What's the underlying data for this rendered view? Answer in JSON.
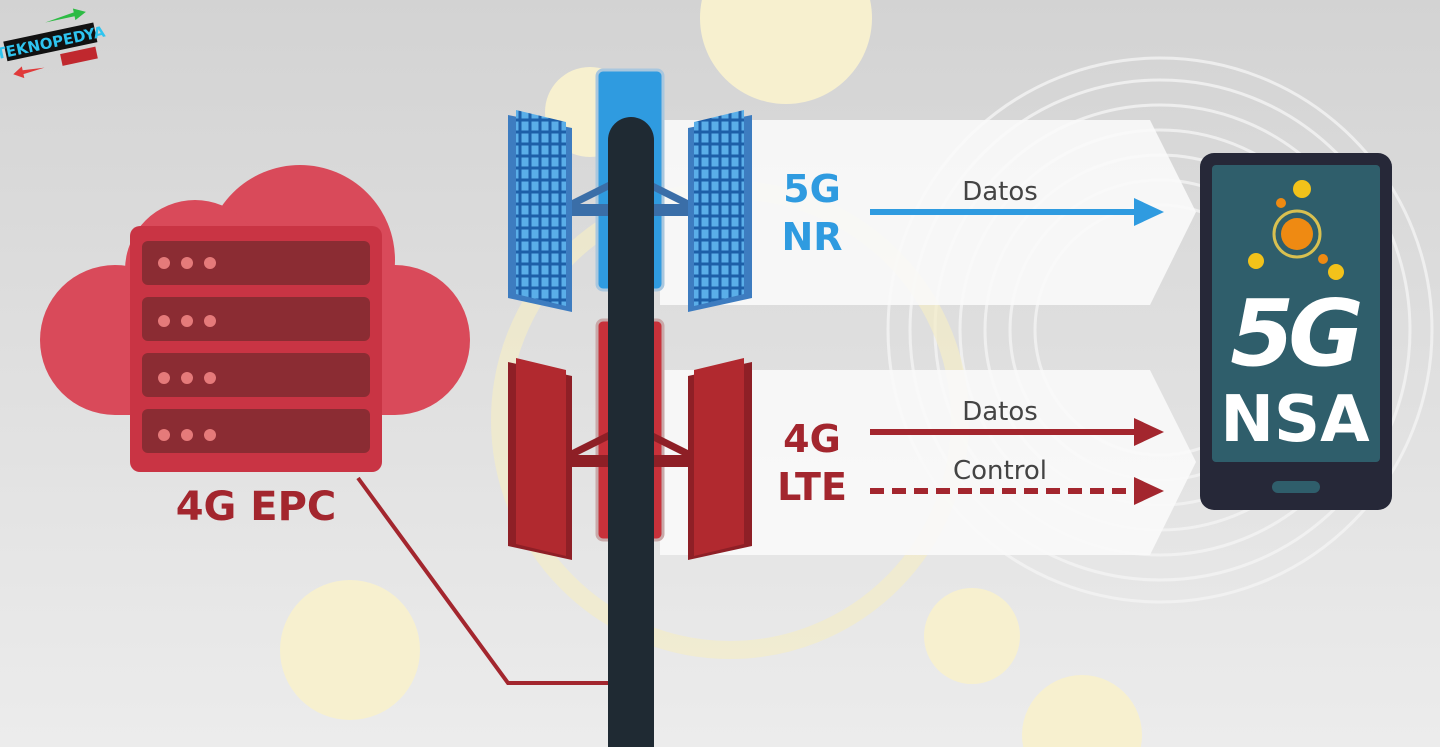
{
  "logo": {
    "text": "TEKNOPEDYA"
  },
  "core": {
    "label": "4G EPC"
  },
  "nr": {
    "line1": "5G",
    "line2": "NR",
    "data_label": "Datos"
  },
  "lte": {
    "line1": "4G",
    "line2": "LTE",
    "data_label": "Datos",
    "control_label": "Control"
  },
  "phone": {
    "line1": "5G",
    "line2": "NSA"
  },
  "colors": {
    "blue": "#2f9be0",
    "red": "#a3262e",
    "cloud": "#d94a5a",
    "pole": "#1f2a33",
    "screen": "#2f5e6b"
  }
}
